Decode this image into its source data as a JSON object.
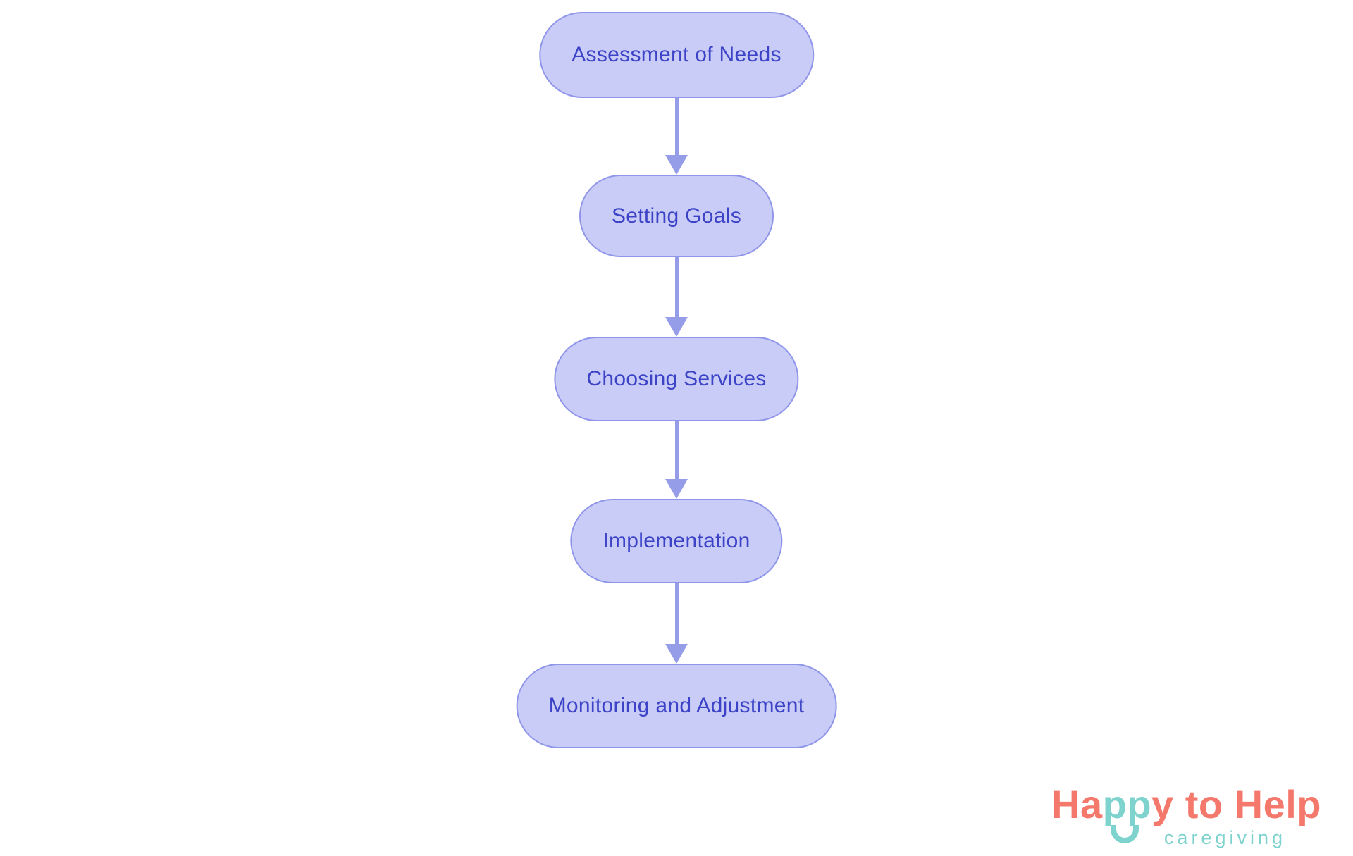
{
  "page": {
    "background": "#ffffff"
  },
  "flowchart": {
    "type": "flowchart",
    "direction": "top-to-bottom",
    "colors": {
      "node_fill": "#c9ccf6",
      "node_border": "#8f95e9",
      "node_text": "#3c43c7",
      "arrow": "#959ce8"
    },
    "nodes": [
      {
        "id": "1",
        "label": "Assessment of Needs"
      },
      {
        "id": "2",
        "label": "Setting Goals"
      },
      {
        "id": "3",
        "label": "Choosing Services"
      },
      {
        "id": "4",
        "label": "Implementation"
      },
      {
        "id": "5",
        "label": "Monitoring and Adjustment"
      }
    ],
    "edges": [
      {
        "from": "Assessment of Needs",
        "to": "Setting Goals"
      },
      {
        "from": "Setting Goals",
        "to": "Choosing Services"
      },
      {
        "from": "Choosing Services",
        "to": "Implementation"
      },
      {
        "from": "Implementation",
        "to": "Monitoring and Adjustment"
      }
    ]
  },
  "logo": {
    "brand_full": "Happy to Help",
    "brand_coral_part1": "Ha",
    "brand_teal_part": "pp",
    "brand_coral_part2": "y to Help",
    "tagline": "caregiving",
    "smile_icon": "smile-icon",
    "colors": {
      "coral": "#f4786b",
      "teal": "#7fd3ce"
    }
  }
}
